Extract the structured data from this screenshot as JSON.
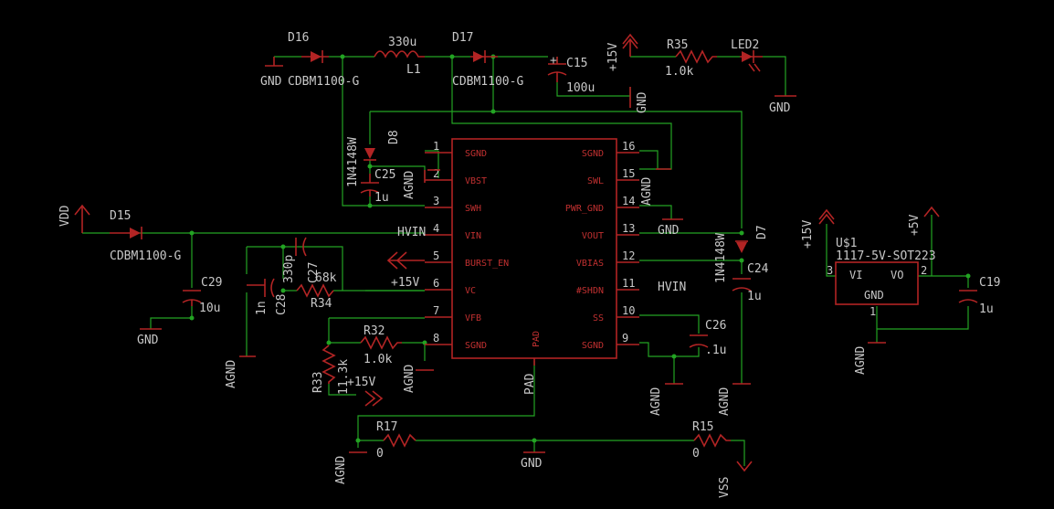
{
  "ic_main": {
    "pins_left": [
      {
        "n": "1",
        "name": "SGND"
      },
      {
        "n": "2",
        "name": "VBST"
      },
      {
        "n": "3",
        "name": "SWH"
      },
      {
        "n": "4",
        "name": "VIN"
      },
      {
        "n": "5",
        "name": "BURST_EN"
      },
      {
        "n": "6",
        "name": "VC"
      },
      {
        "n": "7",
        "name": "VFB"
      },
      {
        "n": "8",
        "name": "SGND"
      }
    ],
    "pins_right": [
      {
        "n": "16",
        "name": "SGND"
      },
      {
        "n": "15",
        "name": "SWL"
      },
      {
        "n": "14",
        "name": "PWR_GND"
      },
      {
        "n": "13",
        "name": "VOUT"
      },
      {
        "n": "12",
        "name": "VBIAS"
      },
      {
        "n": "11",
        "name": "#SHDN"
      },
      {
        "n": "10",
        "name": "SS"
      },
      {
        "n": "9",
        "name": "SGND"
      }
    ],
    "pad_label": "PAD",
    "pad_net": "PAD"
  },
  "components": {
    "D16": {
      "ref": "D16",
      "value": "CDBM1100-G"
    },
    "L1": {
      "ref": "L1",
      "value": "330u"
    },
    "D17": {
      "ref": "D17",
      "value": "CDBM1100-G"
    },
    "C15": {
      "ref": "C15",
      "value": "100u"
    },
    "R35": {
      "ref": "R35",
      "value": "1.0k"
    },
    "LED2": {
      "ref": "LED2"
    },
    "D8": {
      "ref": "D8",
      "value": "1N4148W"
    },
    "C25": {
      "ref": "C25",
      "value": "1u"
    },
    "D15": {
      "ref": "D15",
      "value": "CDBM1100-G"
    },
    "C29": {
      "ref": "C29",
      "value": "10u"
    },
    "C27": {
      "ref": "C27",
      "value": "330p"
    },
    "C28": {
      "ref": "C28",
      "value": "1n"
    },
    "R34": {
      "ref": "R34",
      "value": "68k"
    },
    "R32": {
      "ref": "R32",
      "value": "1.0k"
    },
    "R33": {
      "ref": "R33",
      "value": "11.3k"
    },
    "D7": {
      "ref": "D7",
      "value": "1N4148W"
    },
    "C24": {
      "ref": "C24",
      "value": "1u"
    },
    "C26": {
      "ref": "C26",
      "value": ".1u"
    },
    "R17": {
      "ref": "R17",
      "value": "0"
    },
    "R15": {
      "ref": "R15",
      "value": "0"
    },
    "U1": {
      "ref": "U$1",
      "value": "1117-5V-SOT223",
      "vi": "VI",
      "vo": "VO",
      "gnd": "GND",
      "p1": "1",
      "p2": "2",
      "p3": "3"
    },
    "C19": {
      "ref": "C19",
      "value": "1u"
    }
  },
  "nets": {
    "gnd": "GND",
    "agnd": "AGND",
    "vdd": "VDD",
    "p15": "+15V",
    "p5": "+5V",
    "vss": "VSS",
    "hvin": "HVIN"
  },
  "colors": {
    "wire": "#23a323",
    "part": "#b22424",
    "text": "#c8c8c8",
    "background": "#000000"
  }
}
